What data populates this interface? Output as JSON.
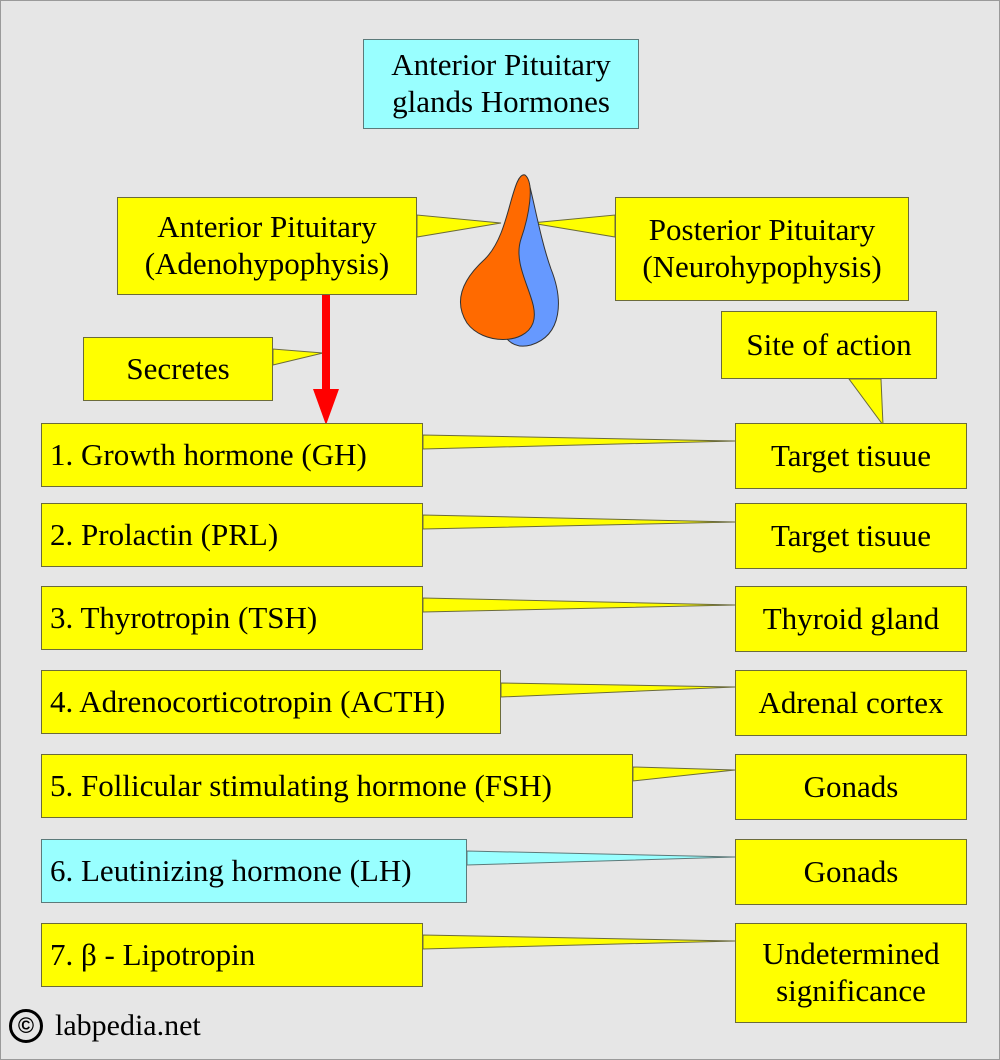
{
  "title": {
    "line1": "Anterior Pituitary",
    "line2": "glands Hormones"
  },
  "anterior": {
    "line1": "Anterior Pituitary",
    "line2": "(Adenohypophysis)"
  },
  "posterior": {
    "line1": "Posterior Pituitary",
    "line2": "(Neurohypophysis)"
  },
  "secretes_label": "Secretes",
  "site_label": "Site of action",
  "hormones": [
    {
      "label": "1. Growth hormone (GH)",
      "target": "Target tisuue"
    },
    {
      "label": "2. Prolactin (PRL)",
      "target": "Target tisuue"
    },
    {
      "label": "3. Thyrotropin (TSH)",
      "target": "Thyroid gland"
    },
    {
      "label": "4. Adrenocorticotropin (ACTH)",
      "target": "Adrenal cortex"
    },
    {
      "label": "5. Follicular stimulating hormone (FSH)",
      "target": "Gonads"
    },
    {
      "label": "6. Leutinizing hormone (LH)",
      "target": "Gonads"
    },
    {
      "label": "7. β - Lipotropin",
      "target_line1": "Undetermined",
      "target_line2": "significance"
    }
  ],
  "footer": {
    "copyright_symbol": "©",
    "site": "labpedia.net"
  },
  "colors": {
    "background": "#e6e6e6",
    "yellow_box": "#ffff00",
    "cyan_box": "#99ffff",
    "arrow": "#ff0000",
    "gland_anterior": "#ff6a00",
    "gland_posterior": "#6699ff"
  }
}
